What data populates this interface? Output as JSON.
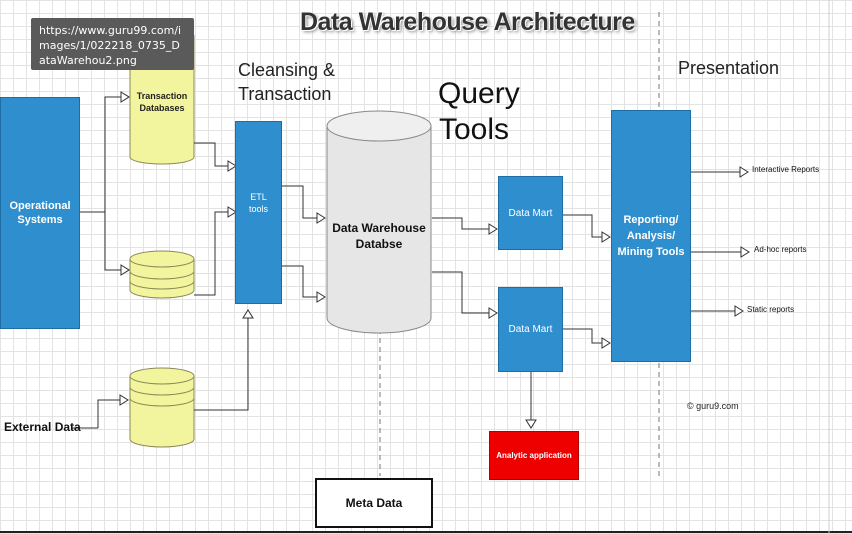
{
  "tooltip_url": "https://www.guru99.com/images/1/022218_0735_DataWarehou2.png",
  "title": "Data Warehouse Architecture",
  "sections": {
    "cleansing": [
      "Cleansing &",
      "Transaction"
    ],
    "query": [
      "Query",
      "Tools"
    ],
    "presentation": "Presentation"
  },
  "nodes": {
    "operational": [
      "Operational",
      "Systems"
    ],
    "transaction_db": [
      "Transaction",
      "Databases"
    ],
    "external": "External Data",
    "etl": [
      "ETL",
      "tools"
    ],
    "warehouse": [
      "Data Warehouse",
      "Databse"
    ],
    "data_mart_1": "Data Mart",
    "data_mart_2": "Data Mart",
    "reporting": [
      "Reporting/",
      "Analysis/",
      "Mining Tools"
    ],
    "analytic": "Analytic application",
    "meta": "Meta Data"
  },
  "outputs": {
    "interactive": "Interactive Reports",
    "adhoc": "Ad-hoc reports",
    "static": "Static reports"
  },
  "copyright": "© guru9.com",
  "colors": {
    "box_blue": "#2f8fce",
    "cylinder_yellow": "#f3f59e",
    "cylinder_gray": "#e6e6e6",
    "analytic_red": "#ee0000",
    "grid": "#e3e3e3"
  }
}
